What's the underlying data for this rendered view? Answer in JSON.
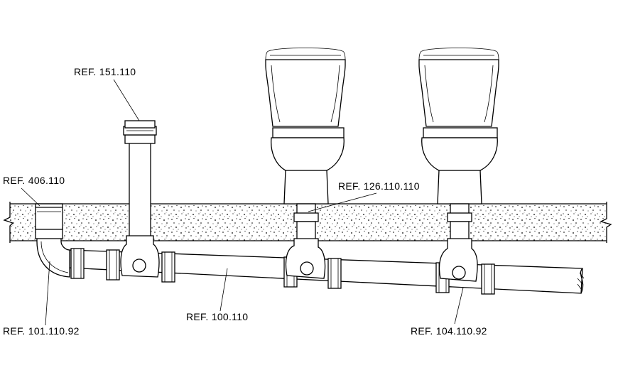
{
  "labels": {
    "ref_151": "REF. 151.110",
    "ref_406": "REF. 406.110",
    "ref_126": "REF. 126.110.110",
    "ref_100": "REF. 100.110",
    "ref_101": "REF. 101.110.92",
    "ref_104": "REF. 104.110.92"
  }
}
